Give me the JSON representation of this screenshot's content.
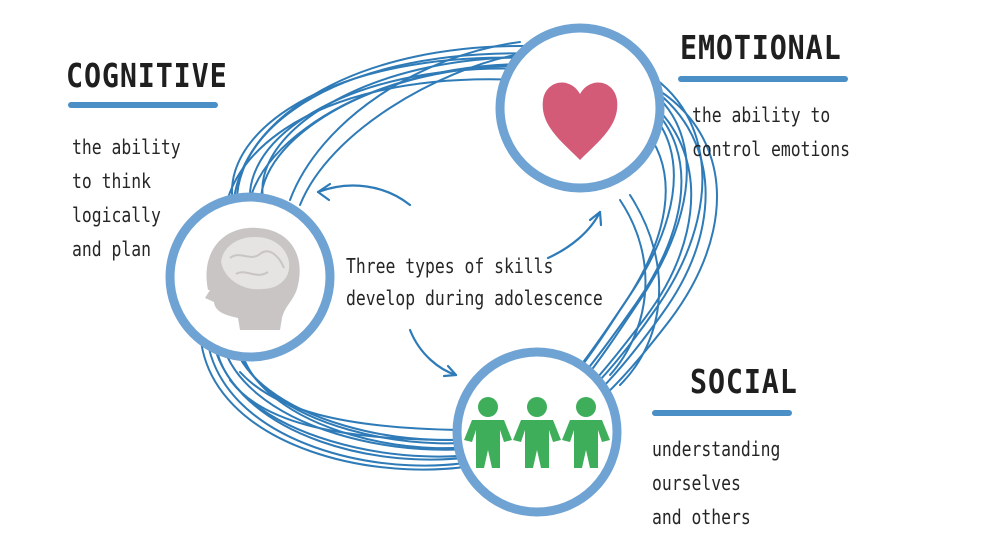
{
  "center": {
    "lines": [
      "Three types of skills",
      "develop during adolescence"
    ]
  },
  "nodes": [
    {
      "title": "COGNITIVE",
      "description": [
        "the ability",
        "to think",
        "logically",
        "and plan"
      ],
      "icon": "head-brain-icon"
    },
    {
      "title": "EMOTIONAL",
      "description": [
        "the ability to",
        "control emotions"
      ],
      "icon": "heart-icon"
    },
    {
      "title": "SOCIAL",
      "description": [
        "understanding",
        "ourselves",
        "and others"
      ],
      "icon": "people-chain-icon"
    }
  ],
  "colors": {
    "ring": "#6fa3d3",
    "loops": "#2e7bb8",
    "underline": "#4a8fc6",
    "heart": "#d35b78",
    "people": "#3fae5a",
    "head": "#c9c5c5",
    "brain": "#e6e3e3",
    "text": "#262626"
  }
}
